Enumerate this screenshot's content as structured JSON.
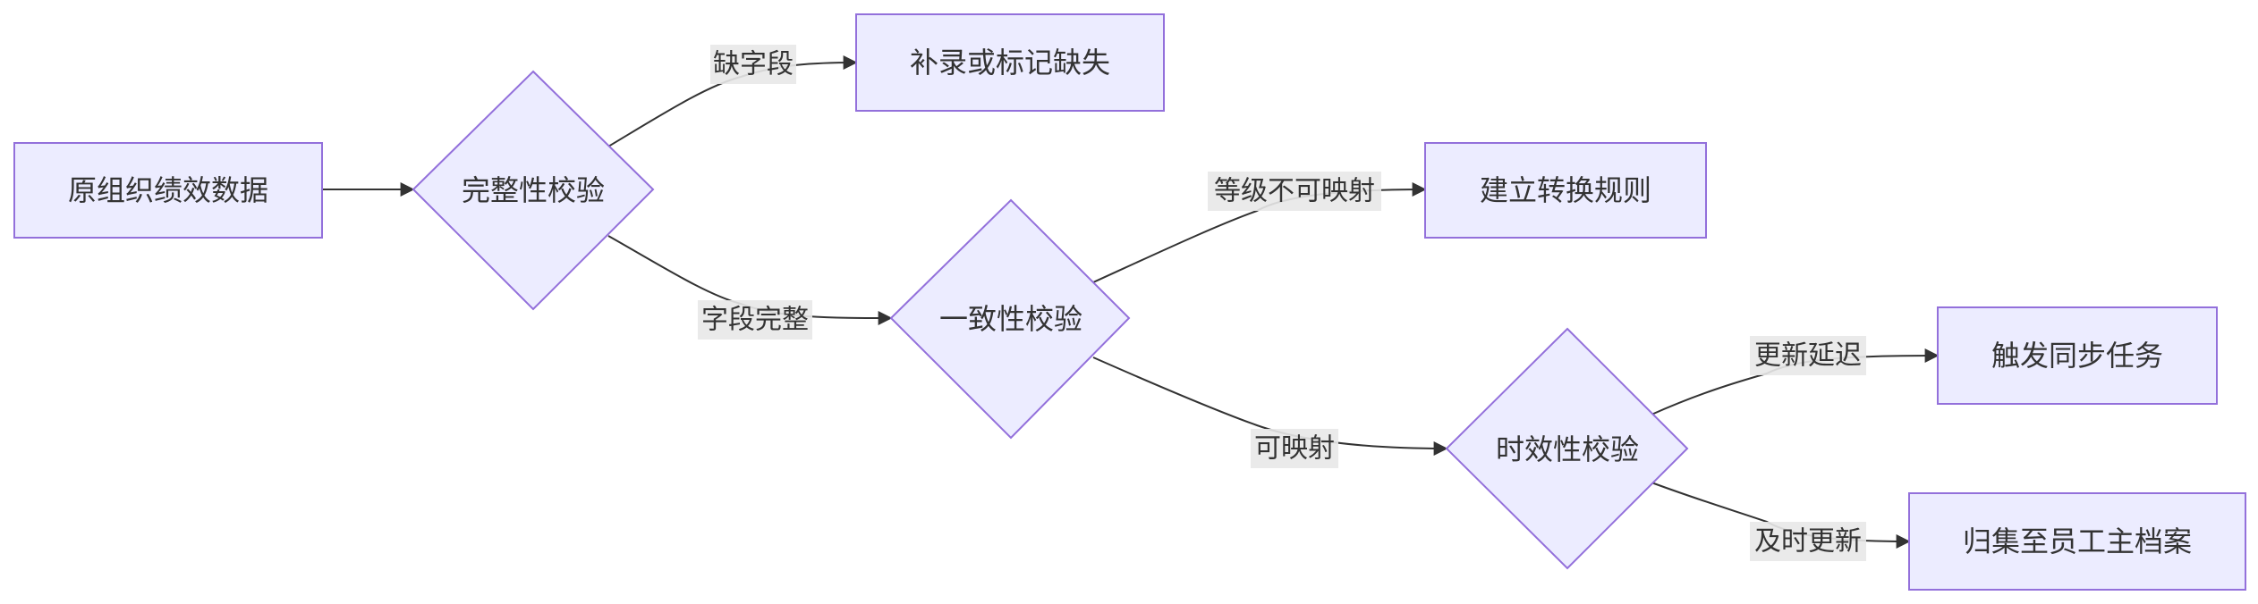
{
  "diagram": {
    "nodes": {
      "source": {
        "label": "原组织绩效数据",
        "shape": "rect"
      },
      "completeness": {
        "label": "完整性校验",
        "shape": "diamond"
      },
      "fill": {
        "label": "补录或标记缺失",
        "shape": "rect"
      },
      "consistency": {
        "label": "一致性校验",
        "shape": "diamond"
      },
      "rule": {
        "label": "建立转换规则",
        "shape": "rect"
      },
      "timeliness": {
        "label": "时效性校验",
        "shape": "diamond"
      },
      "sync": {
        "label": "触发同步任务",
        "shape": "rect"
      },
      "archive": {
        "label": "归集至员工主档案",
        "shape": "rect"
      }
    },
    "edges": {
      "source_to_completeness": {
        "label": ""
      },
      "completeness_to_fill": {
        "label": "缺字段"
      },
      "completeness_to_consistency": {
        "label": "字段完整"
      },
      "consistency_to_rule": {
        "label": "等级不可映射"
      },
      "consistency_to_timeliness": {
        "label": "可映射"
      },
      "timeliness_to_sync": {
        "label": "更新延迟"
      },
      "timeliness_to_archive": {
        "label": "及时更新"
      }
    },
    "colors": {
      "node_fill": "#ECECFF",
      "node_stroke": "#9370DB",
      "edge": "#333333",
      "label_bg": "#e8e8e8",
      "text": "#333333"
    }
  }
}
